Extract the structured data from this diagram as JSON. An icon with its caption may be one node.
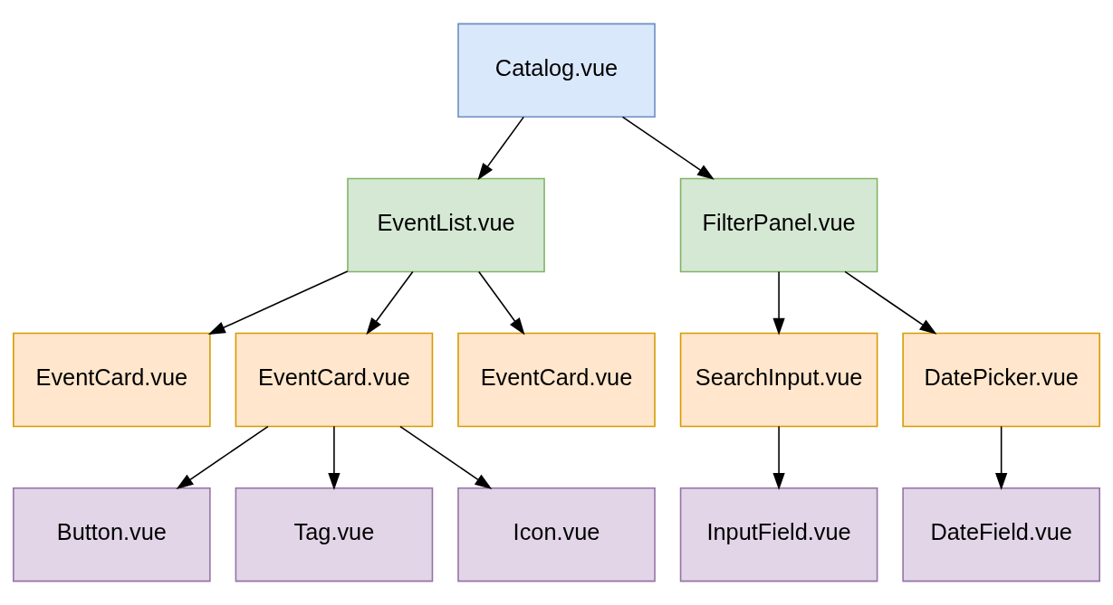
{
  "diagram": {
    "nodes": [
      {
        "text": [
          "Catalog.vue"
        ]
      },
      {
        "text": [
          "EventList.vue"
        ]
      },
      {
        "text": [
          "FilterPanel.vue"
        ]
      },
      {
        "text": [
          "EventCard.vue"
        ]
      },
      {
        "text": [
          "EventCard.vue"
        ]
      },
      {
        "text": [
          "EventCard.vue"
        ]
      },
      {
        "text": [
          "SearchInput.vue"
        ]
      },
      {
        "text": [
          "DatePicker.vue"
        ]
      },
      {
        "text": [
          "Button.vue"
        ]
      },
      {
        "text": [
          "Tag.vue"
        ]
      },
      {
        "text": [
          "Icon.vue"
        ]
      },
      {
        "text": [
          "InputField.vue"
        ]
      },
      {
        "text": [
          "DateField.vue"
        ]
      }
    ],
    "edges": [
      {
        "from": 0,
        "to": 1,
        "arrow": "to"
      },
      {
        "from": 0,
        "to": 2,
        "arrow": "to"
      },
      {
        "from": 1,
        "to": 3,
        "arrow": "to"
      },
      {
        "from": 1,
        "to": 4,
        "arrow": "to"
      },
      {
        "from": 1,
        "to": 5,
        "arrow": "to"
      },
      {
        "from": 2,
        "to": 6,
        "arrow": "to"
      },
      {
        "from": 2,
        "to": 7,
        "arrow": "to"
      },
      {
        "from": 4,
        "to": 8,
        "arrow": "to"
      },
      {
        "from": 4,
        "to": 9,
        "arrow": "to"
      },
      {
        "from": 4,
        "to": 10,
        "arrow": "to"
      },
      {
        "from": 6,
        "to": 11,
        "arrow": "to"
      },
      {
        "from": 7,
        "to": 12,
        "arrow": "to"
      }
    ]
  }
}
